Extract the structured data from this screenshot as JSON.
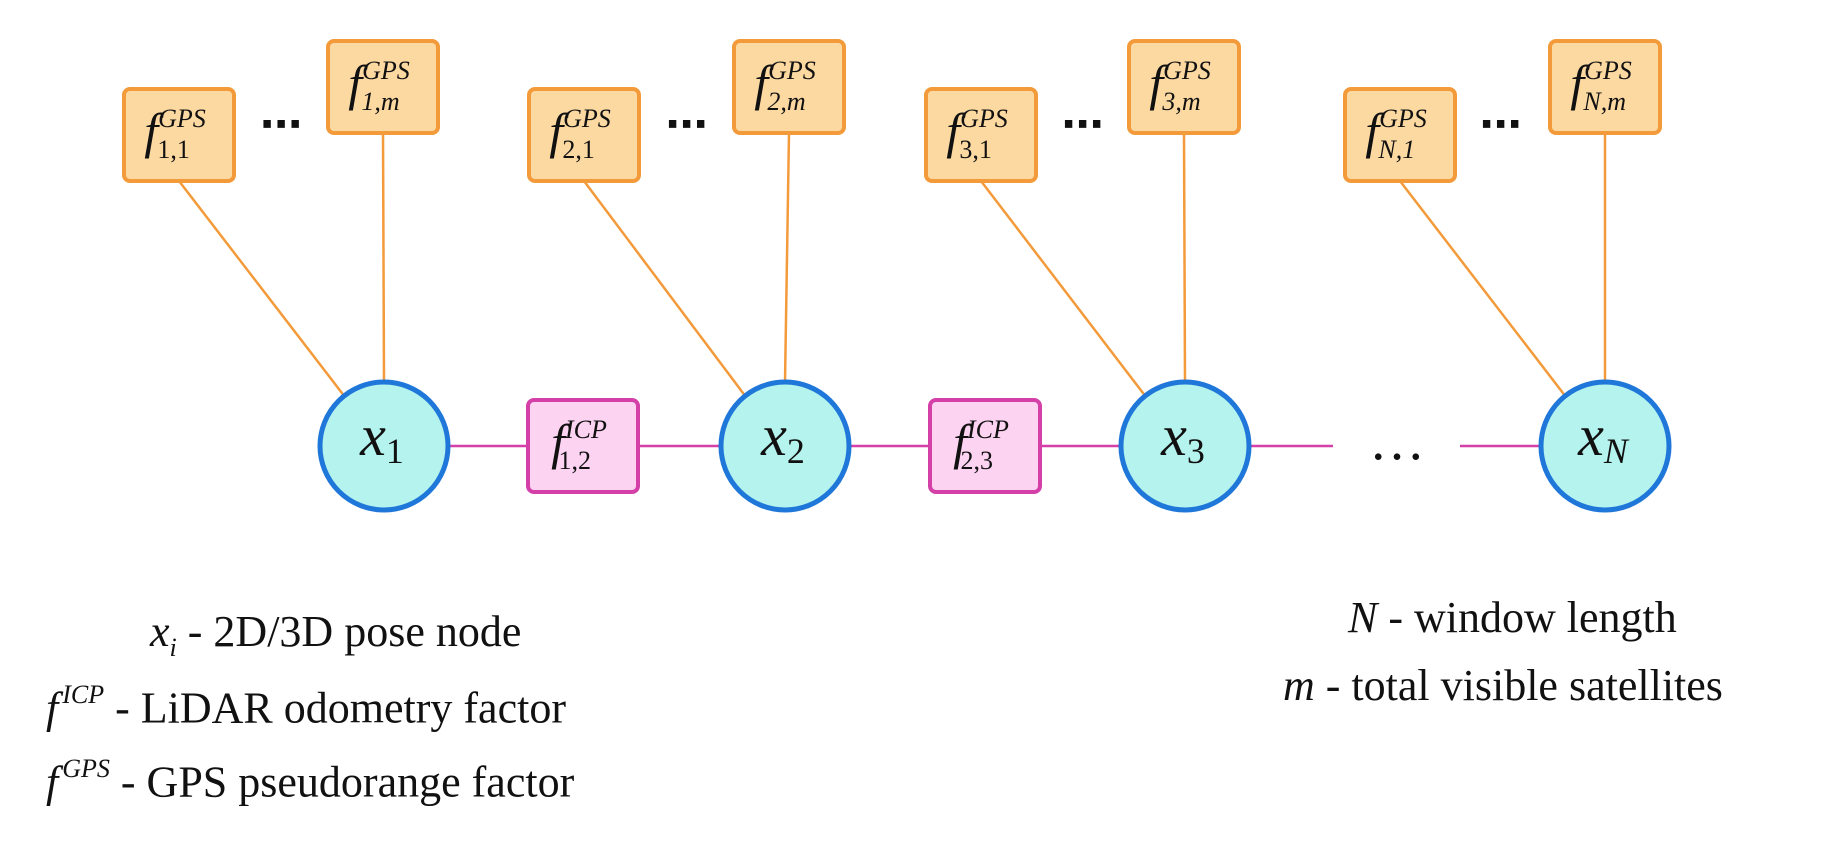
{
  "colors": {
    "gps_fill": "#fdd9a2",
    "gps_stroke": "#f39a3a",
    "icp_fill": "#fdd3f2",
    "icp_stroke": "#d43fa8",
    "node_fill": "#b5f3ee",
    "node_stroke": "#1f77d9",
    "edge_gps": "#f39a3a",
    "edge_icp": "#d43fa8"
  },
  "nodes": [
    {
      "id": "x1",
      "base": "x",
      "sub": "1"
    },
    {
      "id": "x2",
      "base": "x",
      "sub": "2"
    },
    {
      "id": "x3",
      "base": "x",
      "sub": "3"
    },
    {
      "id": "xN",
      "base": "x",
      "sub": "N"
    }
  ],
  "icp_factors": [
    {
      "id": "f12",
      "base": "f",
      "sup": "ICP",
      "sub": "1,2"
    },
    {
      "id": "f23",
      "base": "f",
      "sup": "ICP",
      "sub": "2,3"
    }
  ],
  "gps_factors": [
    {
      "id": "g11",
      "base": "f",
      "sup": "GPS",
      "sub": "1,1"
    },
    {
      "id": "g1m",
      "base": "f",
      "sup": "GPS",
      "sub": "1,m"
    },
    {
      "id": "g21",
      "base": "f",
      "sup": "GPS",
      "sub": "2,1"
    },
    {
      "id": "g2m",
      "base": "f",
      "sup": "GPS",
      "sub": "2,m"
    },
    {
      "id": "g31",
      "base": "f",
      "sup": "GPS",
      "sub": "3,1"
    },
    {
      "id": "g3m",
      "base": "f",
      "sup": "GPS",
      "sub": "3,m"
    },
    {
      "id": "gN1",
      "base": "f",
      "sup": "GPS",
      "sub": "N,1"
    },
    {
      "id": "gNm",
      "base": "f",
      "sup": "GPS",
      "sub": "N,m"
    }
  ],
  "ellipsis": "…",
  "dots": "⋯",
  "legend_left": [
    {
      "symbol": "x",
      "sub": "i",
      "sup": "",
      "text": "- 2D/3D pose node"
    },
    {
      "symbol": "f",
      "sub": "",
      "sup": "ICP",
      "text": "- LiDAR odometry factor"
    },
    {
      "symbol": "f",
      "sub": "",
      "sup": "GPS",
      "text": "- GPS pseudorange factor"
    }
  ],
  "legend_right": [
    {
      "symbol": "N",
      "text": "- window length"
    },
    {
      "symbol": "m",
      "text": "- total visible satellites"
    }
  ]
}
